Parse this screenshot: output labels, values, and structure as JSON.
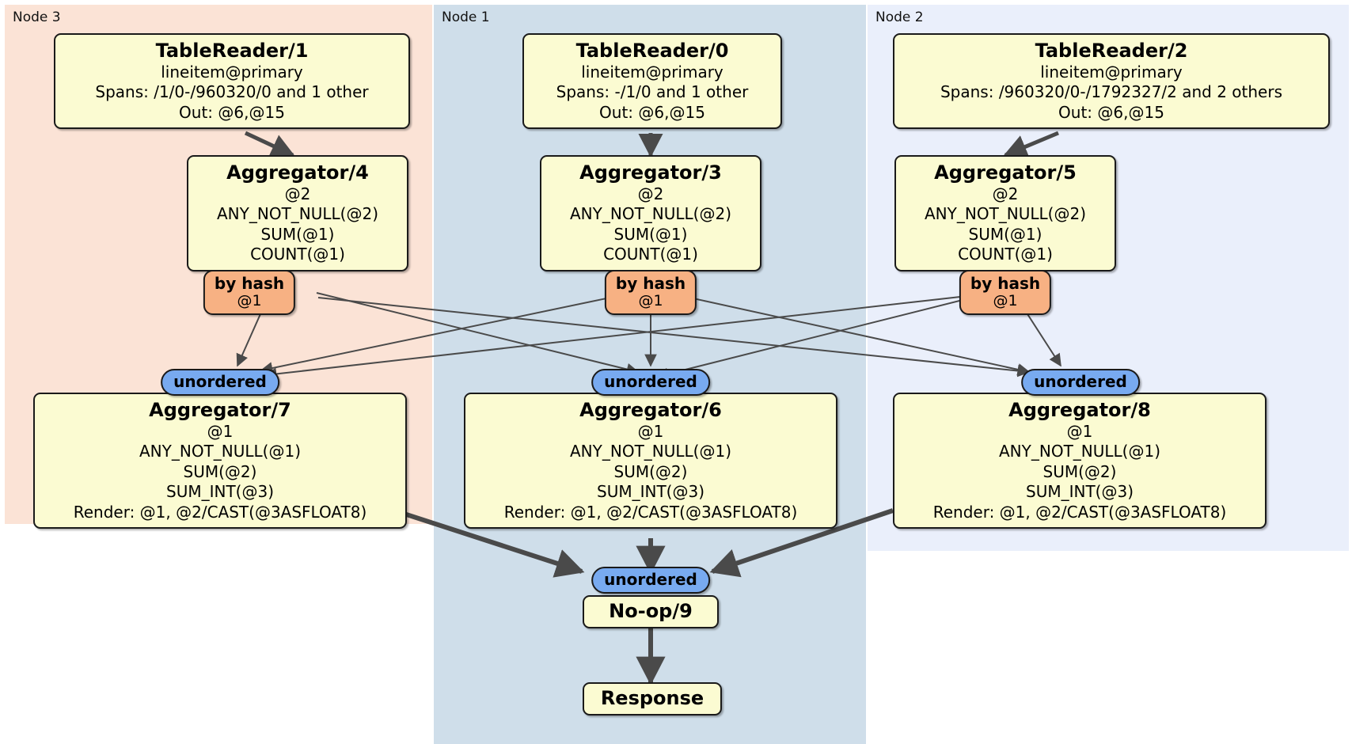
{
  "diagram": {
    "type": "distributed-query-plan",
    "colors": {
      "node3_bg": "#fbe3d6",
      "node1_bg": "#cfdeea",
      "node2_bg": "#eaeffb",
      "processor_box": "#fbfbd2",
      "hash_router": "#f7b183",
      "unordered_stream": "#78aaf0",
      "edge": "#4a4a4a",
      "border": "#1a1a1a"
    }
  },
  "regions": [
    {
      "id": "node3",
      "label": "Node 3"
    },
    {
      "id": "node1",
      "label": "Node 1"
    },
    {
      "id": "node2",
      "label": "Node 2"
    }
  ],
  "processors": {
    "table_reader_1": {
      "title": "TableReader/1",
      "lines": [
        "lineitem@primary",
        "Spans: /1/0-/960320/0 and 1 other",
        "Out: @6,@15"
      ]
    },
    "table_reader_0": {
      "title": "TableReader/0",
      "lines": [
        "lineitem@primary",
        "Spans: -/1/0 and 1 other",
        "Out: @6,@15"
      ]
    },
    "table_reader_2": {
      "title": "TableReader/2",
      "lines": [
        "lineitem@primary",
        "Spans: /960320/0-/1792327/2 and 2 others",
        "Out: @6,@15"
      ]
    },
    "aggregator_4": {
      "title": "Aggregator/4",
      "lines": [
        "@2",
        "ANY_NOT_NULL(@2)",
        "SUM(@1)",
        "COUNT(@1)"
      ]
    },
    "aggregator_3": {
      "title": "Aggregator/3",
      "lines": [
        "@2",
        "ANY_NOT_NULL(@2)",
        "SUM(@1)",
        "COUNT(@1)"
      ]
    },
    "aggregator_5": {
      "title": "Aggregator/5",
      "lines": [
        "@2",
        "ANY_NOT_NULL(@2)",
        "SUM(@1)",
        "COUNT(@1)"
      ]
    },
    "aggregator_7": {
      "title": "Aggregator/7",
      "lines": [
        "@1",
        "ANY_NOT_NULL(@1)",
        "SUM(@2)",
        "SUM_INT(@3)",
        "Render: @1, @2/CAST(@3ASFLOAT8)"
      ]
    },
    "aggregator_6": {
      "title": "Aggregator/6",
      "lines": [
        "@1",
        "ANY_NOT_NULL(@1)",
        "SUM(@2)",
        "SUM_INT(@3)",
        "Render: @1, @2/CAST(@3ASFLOAT8)"
      ]
    },
    "aggregator_8": {
      "title": "Aggregator/8",
      "lines": [
        "@1",
        "ANY_NOT_NULL(@1)",
        "SUM(@2)",
        "SUM_INT(@3)",
        "Render: @1, @2/CAST(@3ASFLOAT8)"
      ]
    },
    "noop_9": {
      "title": "No-op/9",
      "lines": []
    },
    "response": {
      "title": "Response",
      "lines": []
    }
  },
  "routers": {
    "hash_left": {
      "title": "by hash",
      "sub": "@1"
    },
    "hash_center": {
      "title": "by hash",
      "sub": "@1"
    },
    "hash_right": {
      "title": "by hash",
      "sub": "@1"
    }
  },
  "streams": {
    "unordered_left": {
      "label": "unordered"
    },
    "unordered_center": {
      "label": "unordered"
    },
    "unordered_right": {
      "label": "unordered"
    },
    "unordered_final": {
      "label": "unordered"
    }
  }
}
